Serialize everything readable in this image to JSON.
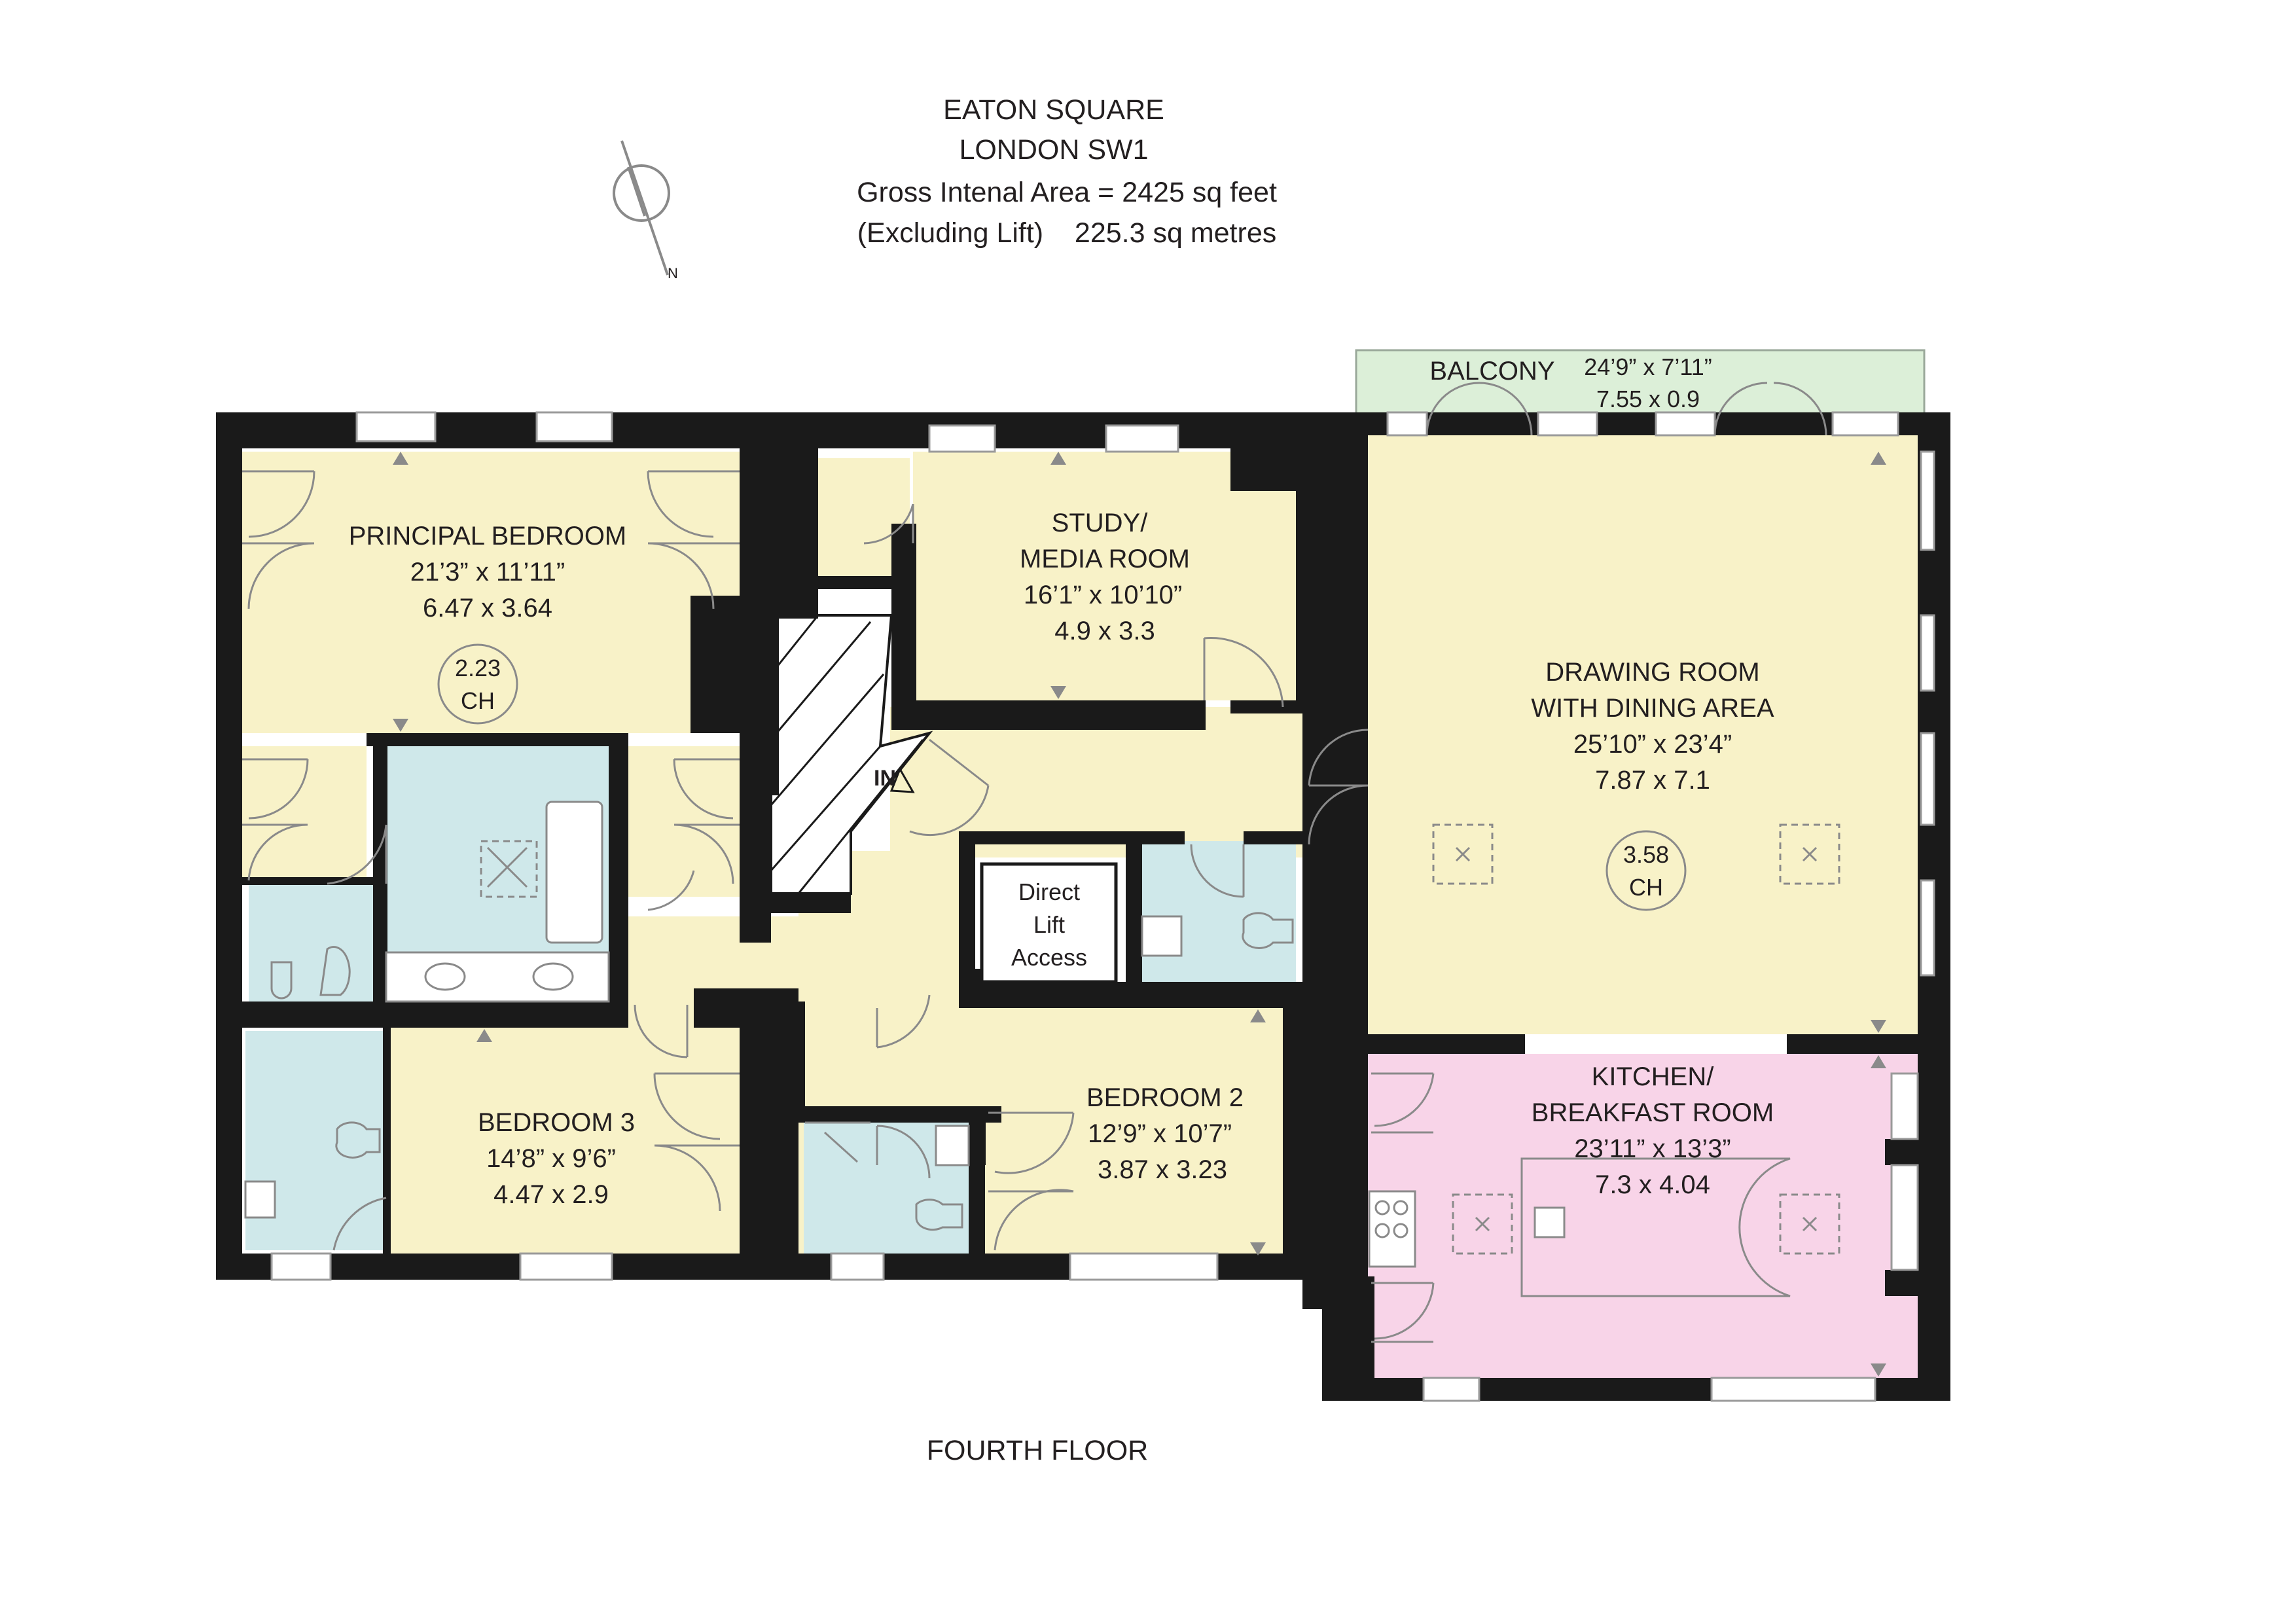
{
  "header": {
    "line1": "EATON SQUARE",
    "line2": "LONDON SW1",
    "line3": "Gross Intenal Area = 2425 sq feet",
    "line4": "(Excluding Lift)    225.3 sq metres"
  },
  "floor_label": "FOURTH FLOOR",
  "compass_icon": "north-arrow-icon",
  "entrance_label": "IN",
  "colors": {
    "wall": "#1a1a1a",
    "living": "#f8f2c8",
    "bathroom": "#cfe8ea",
    "kitchen": "#f8d4e8",
    "balcony": "#dcefd8",
    "fixture_line": "#8a8a8a"
  },
  "rooms": {
    "principal_bedroom": {
      "name": "PRINCIPAL BEDROOM",
      "imperial": "21’3” x 11’11”",
      "metric": "6.47 x 3.64"
    },
    "study": {
      "name_line1": "STUDY/",
      "name_line2": "MEDIA ROOM",
      "imperial": "16’1” x 10’10”",
      "metric": "4.9 x 3.3"
    },
    "drawing_room": {
      "name_line1": "DRAWING ROOM",
      "name_line2": "WITH DINING AREA",
      "imperial": "25’10” x 23’4”",
      "metric": "7.87 x 7.1"
    },
    "balcony": {
      "name": "BALCONY",
      "imperial": "24’9” x 7’11”",
      "metric": "7.55 x 0.9"
    },
    "bedroom_3": {
      "name": "BEDROOM 3",
      "imperial": "14’8” x 9’6”",
      "metric": "4.47 x 2.9"
    },
    "bedroom_2": {
      "name": "BEDROOM 2",
      "imperial": "12’9” x 10’7”",
      "metric": "3.87 x 3.23"
    },
    "kitchen": {
      "name_line1": "KITCHEN/",
      "name_line2": "BREAKFAST ROOM",
      "imperial": "23’11” x 13’3”",
      "metric": "7.3 x 4.04"
    },
    "lift": {
      "line1": "Direct",
      "line2": "Lift",
      "line3": "Access"
    }
  },
  "ceiling_heights": [
    {
      "value": "2.23",
      "unit": "CH"
    },
    {
      "value": "3.58",
      "unit": "CH"
    }
  ]
}
